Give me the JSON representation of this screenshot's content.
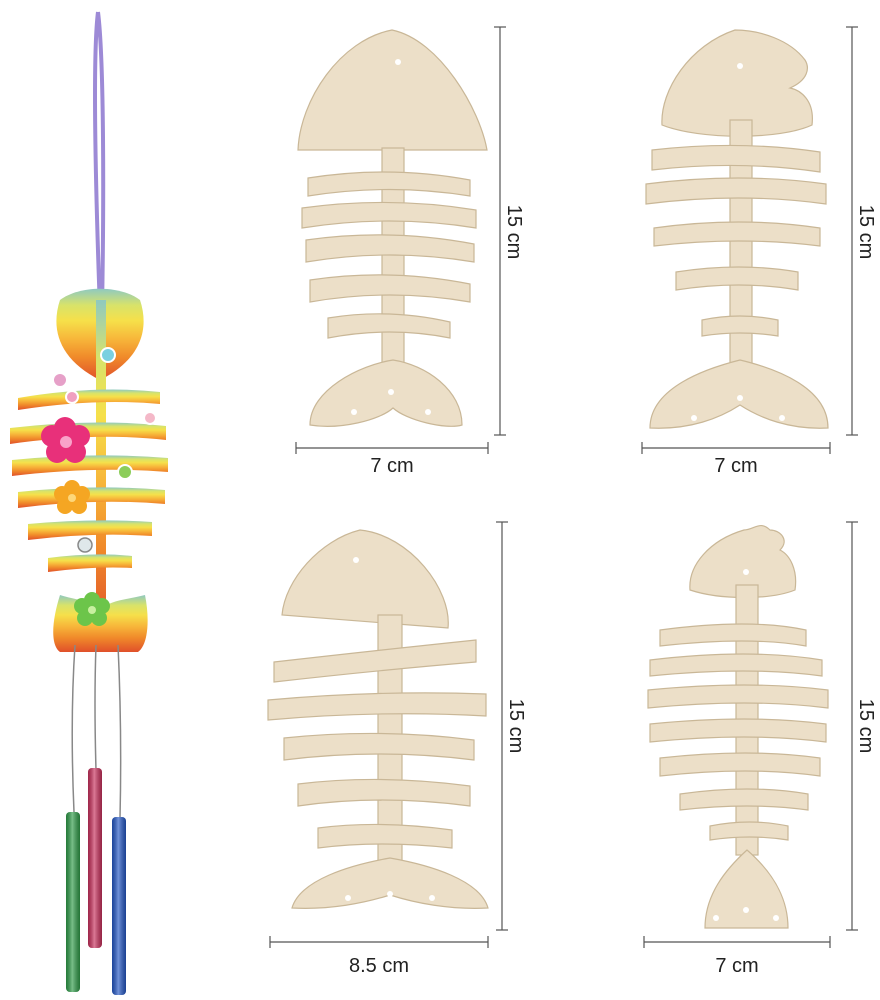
{
  "colors": {
    "wood": "#ecdfc8",
    "wood_edge": "#c9b797",
    "background": "#ffffff",
    "dimension_line": "#555555",
    "ribbon": "#9d8ad6",
    "tube_green": "#2f9b48",
    "tube_red": "#c8305c",
    "tube_blue": "#2457c4"
  },
  "panels": [
    {
      "height_label": "15 cm",
      "width_label": "7 cm"
    },
    {
      "height_label": "15 cm",
      "width_label": "7 cm"
    },
    {
      "height_label": "15 cm",
      "width_label": "8.5 cm"
    },
    {
      "height_label": "15 cm",
      "width_label": "7 cm"
    }
  ],
  "decorated_item": {
    "name": "painted fish wind chime",
    "tubes": 3
  }
}
